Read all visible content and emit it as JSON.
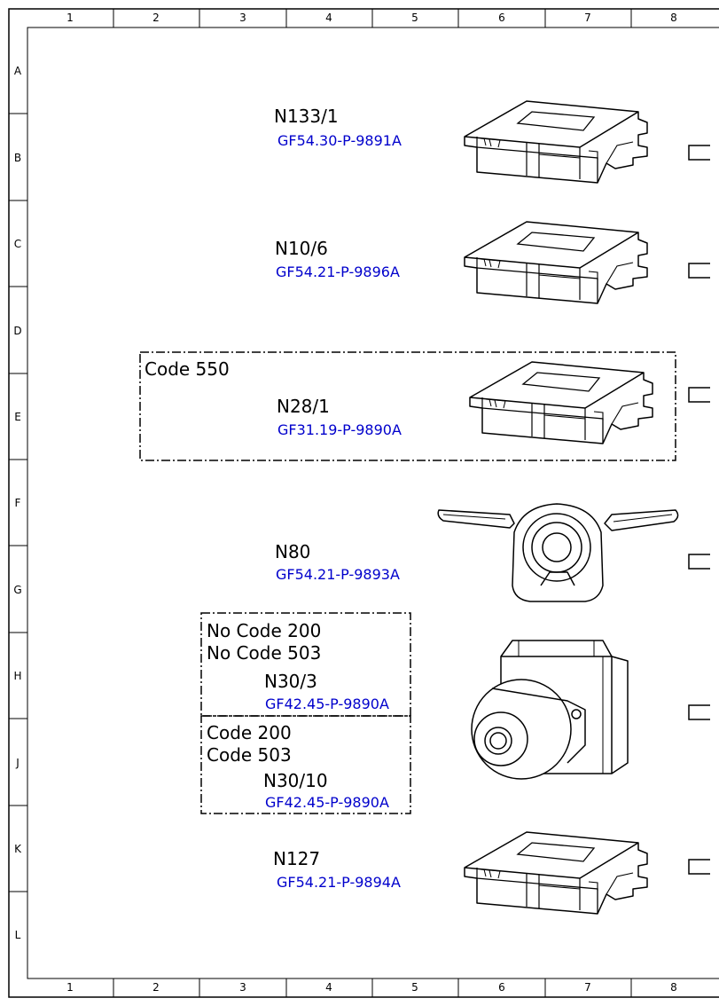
{
  "grid": {
    "columns": [
      "1",
      "2",
      "3",
      "4",
      "5",
      "6",
      "7",
      "8"
    ],
    "rows": [
      "A",
      "B",
      "C",
      "D",
      "E",
      "F",
      "G",
      "H",
      "J",
      "K",
      "L"
    ]
  },
  "components": [
    {
      "id": "N133/1",
      "ref": "GF54.30-P-9891A"
    },
    {
      "id": "N10/6",
      "ref": "GF54.21-P-9896A"
    },
    {
      "id": "N28/1",
      "ref": "GF31.19-P-9890A"
    },
    {
      "id": "N80",
      "ref": "GF54.21-P-9893A"
    },
    {
      "id": "N30/3",
      "ref": "GF42.45-P-9890A"
    },
    {
      "id": "N30/10",
      "ref": "GF42.45-P-9890A"
    },
    {
      "id": "N127",
      "ref": "GF54.21-P-9894A"
    }
  ],
  "code_boxes": [
    {
      "lines": [
        "Code 550"
      ]
    },
    {
      "lines": [
        "No Code 200",
        "No Code 503"
      ]
    },
    {
      "lines": [
        "Code 200",
        "Code 503"
      ]
    }
  ]
}
